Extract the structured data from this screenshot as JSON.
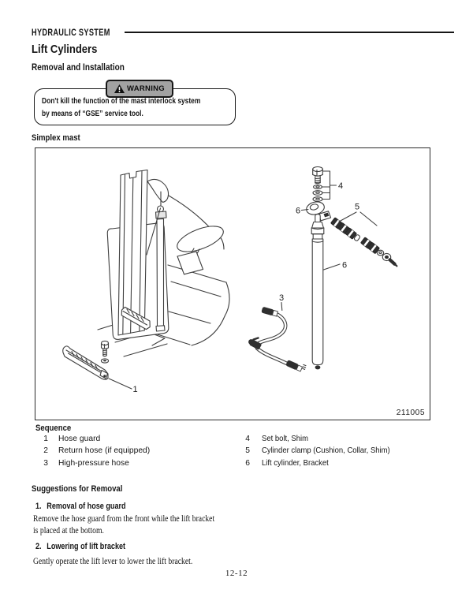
{
  "section_title": "HYDRAULIC SYSTEM",
  "page_title": "Lift Cylinders",
  "page_subtitle": "Removal and Installation",
  "warning": {
    "badge": "WARNING",
    "line1": "Don't kill the function of the mast interlock system",
    "line2": "by means of “GSE” service tool."
  },
  "figure": {
    "caption": "Simplex mast",
    "drawing_number": "211005",
    "callouts": {
      "hose_guard": "1",
      "high_pressure_hose": "3",
      "set_bolt": "4",
      "cylinder_clamp": "5",
      "bracket": "6",
      "lift_cylinder": "6"
    }
  },
  "sequence": {
    "heading": "Sequence",
    "left": [
      {
        "num": "1",
        "label": "Hose guard"
      },
      {
        "num": "2",
        "label": "Return hose (if equipped)"
      },
      {
        "num": "3",
        "label": "High-pressure hose"
      }
    ],
    "right": [
      {
        "num": "4",
        "label": "Set bolt, Shim"
      },
      {
        "num": "5",
        "label": "Cylinder clamp (Cushion, Collar, Shim)"
      },
      {
        "num": "6",
        "label": "Lift cylinder, Bracket"
      }
    ]
  },
  "suggestions": {
    "heading": "Suggestions for Removal",
    "step1_num": "1.",
    "step1_title": "Removal of hose guard",
    "step1_line1": "Remove the hose guard from the front while the lift bracket",
    "step1_line2": "is placed at the bottom.",
    "step2_num": "2.",
    "step2_title": "Lowering of lift bracket",
    "step2_line1": "Gently operate the lift lever to lower the lift bracket."
  },
  "page_number": "12-12"
}
